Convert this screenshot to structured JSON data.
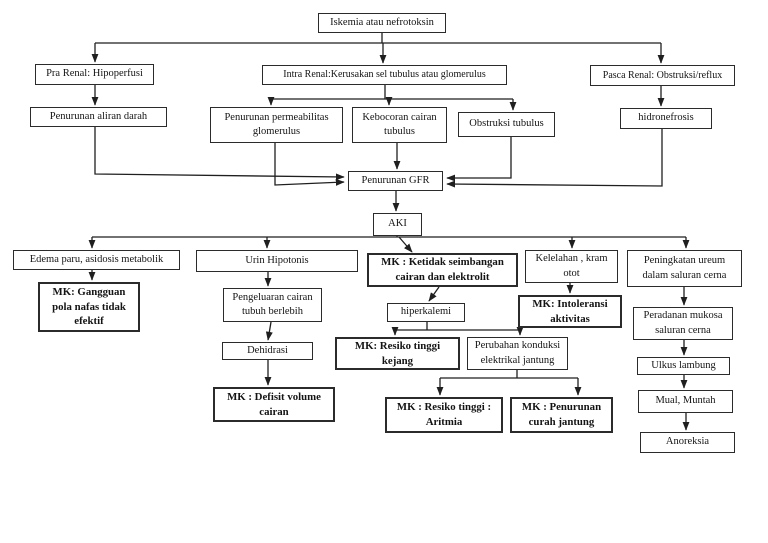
{
  "diagram": {
    "description": "Flowchart (pathway) of AKI causes and nursing problems",
    "colors": {
      "background": "#ffffff",
      "line": "#1f1f1f",
      "box_border": "#2b2b2b",
      "text": "#141414"
    },
    "nodes": {
      "iskemia": {
        "label": "Iskemia atau nefrotoksin"
      },
      "pra_renal": {
        "label": "Pra Renal: Hipoperfusi"
      },
      "intra_renal": {
        "label": "Intra Renal:Kerusakan sel tubulus atau glomerulus"
      },
      "pasca_renal": {
        "label": "Pasca Renal: Obstruksi/reflux"
      },
      "penurunan_aliran_darah": {
        "label": "Penurunan aliran darah"
      },
      "penurunan_permeabilitas": {
        "label": "Penurunan permeabilitas\nglomerulus"
      },
      "kebocoran_cairan": {
        "label": "Kebocoran cairan\ntubulus"
      },
      "obstruksi_tubulus": {
        "label": "Obstruksi tubulus"
      },
      "hidronefrosis": {
        "label": "hidronefrosis"
      },
      "penurunan_gfr": {
        "label": "Penurunan GFR"
      },
      "aki": {
        "label": "AKI"
      },
      "edema_paru": {
        "label": "Edema paru, asidosis metabolik"
      },
      "urin_hipotonis": {
        "label": "Urin Hipotonis"
      },
      "mk_ketidakseimbangan": {
        "label": "MK : Ketidak seimbangan\ncairan dan elektrolit"
      },
      "kelelahan_kram": {
        "label": "Kelelahan , kram\notot"
      },
      "peningkatan_ureum": {
        "label": "Peningkatan ureum\ndalam saluran cerna"
      },
      "mk_gangguan_pola_nafas": {
        "label": "MK: Gangguan\npola nafas tidak\nefektif"
      },
      "pengeluaran_cairan": {
        "label": "Pengeluaran cairan\ntubuh berlebih"
      },
      "hiperkalemi": {
        "label": "hiperkalemi"
      },
      "mk_intoleransi": {
        "label": "MK: Intoleransi\naktivitas"
      },
      "peradanan_mukosa": {
        "label": "Peradanan mukosa\nsaluran cerna"
      },
      "dehidrasi": {
        "label": "Dehidrasi"
      },
      "mk_resiko_kejang": {
        "label": "MK: Resiko tinggi\nkejang"
      },
      "perubahan_konduksi": {
        "label": "Perubahan konduksi\nelektrikal jantung"
      },
      "ulkus_lambung": {
        "label": "Ulkus lambung"
      },
      "mk_defisit_volume": {
        "label": "MK : Defisit volume\ncairan"
      },
      "mual_muntah": {
        "label": "Mual, Muntah"
      },
      "mk_resiko_aritmia": {
        "label": "MK : Resiko tinggi :\nAritmia"
      },
      "mk_penurunan_curah": {
        "label": "MK : Penurunan\ncurah jantung"
      },
      "anoreksia": {
        "label": "Anoreksia"
      }
    }
  }
}
